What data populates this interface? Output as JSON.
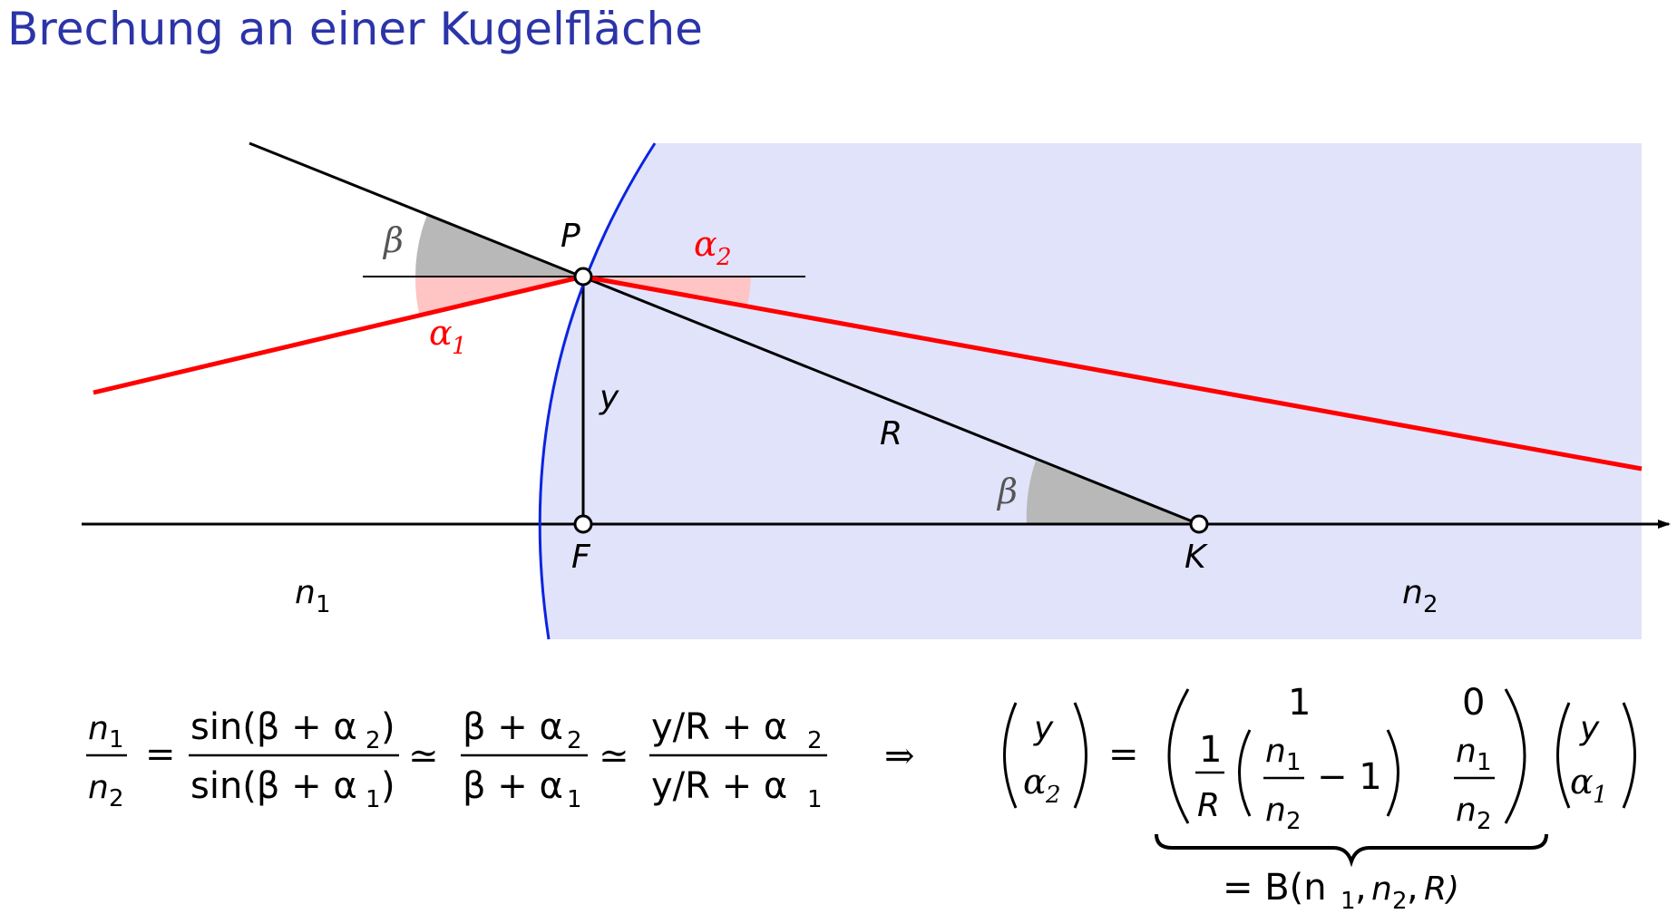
{
  "title": "Brechung an einer Kugelfläche",
  "labels": {
    "P": "P",
    "F": "F",
    "K": "K",
    "R": "R",
    "y": "y",
    "beta": "β",
    "alpha": "α",
    "n": "n",
    "sub1": "1",
    "sub2": "2"
  },
  "formula_left": {
    "sin_num": "sin(β + α",
    "sin_den": "sin(β + α",
    "approx1_num": "β + α",
    "approx1_den": "β + α",
    "approx2_num": "y/R + α",
    "approx2_den": "y/R + α",
    "paren_close": ")",
    "equals": "=",
    "simeq": "≃",
    "implies": "⇒"
  },
  "matrix": {
    "m11": "1",
    "m12": "0",
    "m21_num": "1",
    "m21_den": "R",
    "minus_one": "− 1",
    "vec_top": "y",
    "underbrace_text": "= B(n",
    "comma": ",",
    "R_close": "R)"
  },
  "colors": {
    "title": "#2b34a8",
    "medium2_fill": "#e1e3fb",
    "surface": "#0b24e0",
    "ray": "#ff0000",
    "angle_grey": "#b8b8b8",
    "angle_red": "#ffc4c4"
  }
}
